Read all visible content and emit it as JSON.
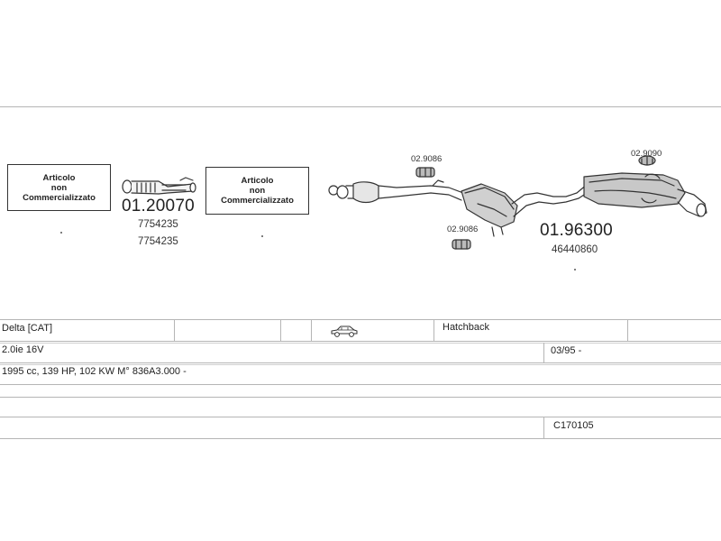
{
  "diagram": {
    "boxes": [
      {
        "lines": [
          "Articolo",
          "non",
          "Commercializzato"
        ]
      },
      {
        "lines": [
          "Articolo",
          "non",
          "Commercializzato"
        ]
      }
    ],
    "parts": {
      "p1_code": "01.20070",
      "p1_ref_a": "7754235",
      "p1_ref_b": "7754235",
      "p2_code": "01.96300",
      "p2_ref": "46440860",
      "hanger_top_mid": "02.9086",
      "hanger_bottom_mid": "02.9086",
      "hanger_rear": "02.9090"
    }
  },
  "table": {
    "row1": {
      "model": "Delta  [CAT]",
      "vehicle_icon": "hatchback-car-icon",
      "body": "Hatchback"
    },
    "row2": {
      "engine": "2.0ie 16V",
      "date": "03/95 -"
    },
    "row3": {
      "specs": "1995 cc, 139 HP, 102 KW M° 836A3.000 -"
    },
    "row5": {
      "code": "C170105"
    }
  }
}
